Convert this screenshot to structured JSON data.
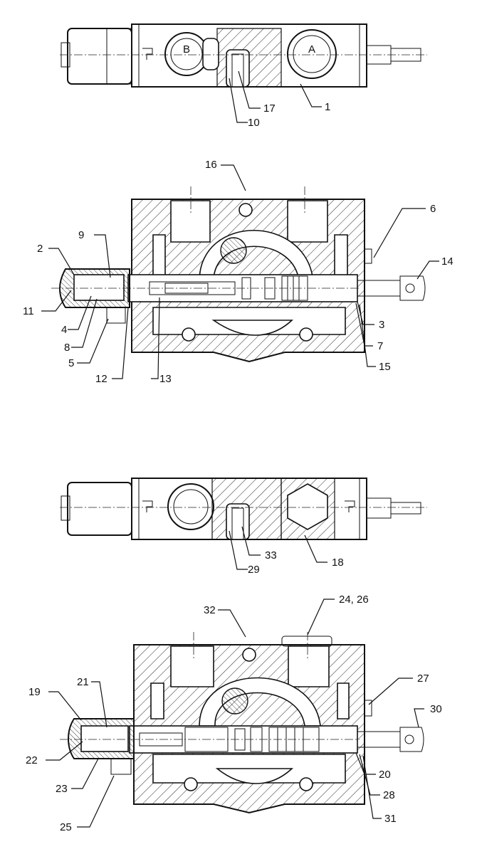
{
  "views": [
    {
      "id": "top-view-1",
      "port_letters": [
        "B",
        "A"
      ],
      "callouts": [
        "17",
        "1",
        "10"
      ]
    },
    {
      "id": "section-view-1",
      "callouts": [
        "16",
        "6",
        "9",
        "2",
        "14",
        "11",
        "3",
        "4",
        "8",
        "7",
        "5",
        "15",
        "12",
        "13"
      ]
    },
    {
      "id": "top-view-2",
      "callouts": [
        "33",
        "18",
        "29"
      ]
    },
    {
      "id": "section-view-2",
      "callouts": [
        "32",
        "24, 26",
        "27",
        "19",
        "21",
        "30",
        "22",
        "20",
        "23",
        "28",
        "25",
        "31"
      ]
    }
  ],
  "colors": {
    "ink": "#111111",
    "paper": "#ffffff"
  }
}
